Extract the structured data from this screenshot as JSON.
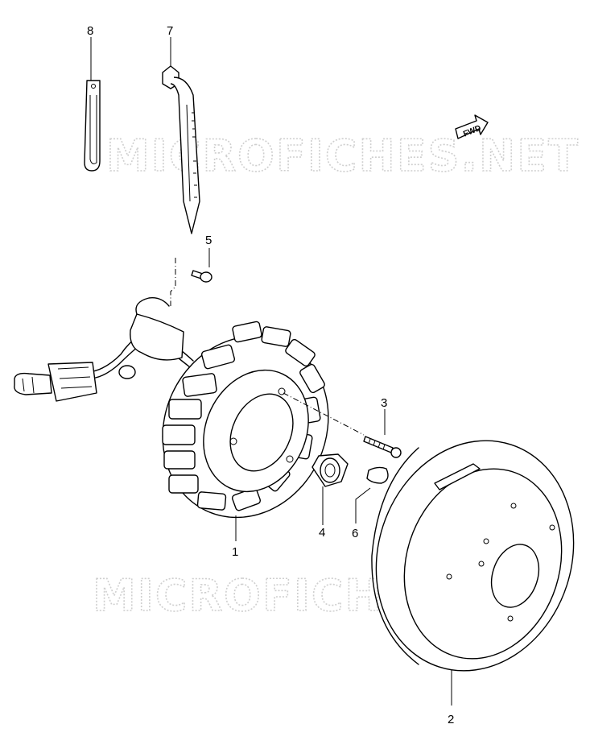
{
  "watermark": {
    "top_text": "MICROFICHES.NET",
    "bottom_text": "MICROFICHES.NET"
  },
  "direction_badge": {
    "text": "FWD"
  },
  "callouts": {
    "c1": "1",
    "c2": "2",
    "c3": "3",
    "c4": "4",
    "c5": "5",
    "c6": "6",
    "c7": "7",
    "c8": "8"
  }
}
